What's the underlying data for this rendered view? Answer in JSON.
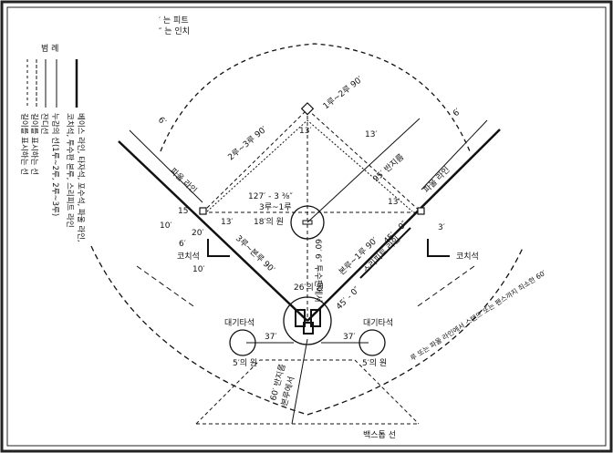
{
  "units": {
    "feet": "′ 는 피트",
    "inches": "″ 는 인치"
  },
  "legend": {
    "title": "범 례",
    "items": [
      "베이스 라인, 타자석, 포수석, 파울 라인,",
      "코치석, 투수판 본루, 스리피트 라인",
      "누감의 선(1루~2루, 2루~3루)",
      "잔디선",
      "길이를 표시하는 선",
      "길이를 표시하는 선"
    ],
    "extra": "코치석, 투수판 본루, 스리피트 라인"
  },
  "labels": {
    "first_second": "1루~2루 90′",
    "second_third": "2루~3루 90′",
    "diag": "127′ - 3 ⅜″",
    "third_first": "3루~1루",
    "circle18": "18′의 원",
    "home_third": "3루~본루 90′",
    "home_first": "본루~1루 90′",
    "foul_line_left": "파울 라인",
    "foul_line_right": "파울 라인",
    "radius95": "95′ 반지름",
    "three_feet": "스리피트 라인",
    "circle26": "26′의 원",
    "pitch": "60′ 6″ 투수판에서",
    "ft45a": "45′ - 0″",
    "ft45b": "45′ - 0″",
    "ondeck_left": "대기타석",
    "ondeck_right": "대기타석",
    "circle5_left": "5′의 원",
    "circle5_right": "5′의 원",
    "d37_left": "37′",
    "d37_right": "37′",
    "coach_left": "코치석",
    "coach_right": "코치석",
    "backstop": "백스톱 선",
    "radius60": "60′ 반지름",
    "from_home": "본루에서",
    "backstop_note": "루 또는 파울 라인에서 스탠드 또는 펜스까지 최소한 60′",
    "d6_left": "6′",
    "d6_right": "6′",
    "d13_a": "13′",
    "d13_b": "13′",
    "d13_c": "13′",
    "d13_d": "13′",
    "d15": "15′",
    "d10a": "10′",
    "d10b": "10′",
    "d20": "20′",
    "d6c": "6′",
    "d3": "3′"
  }
}
